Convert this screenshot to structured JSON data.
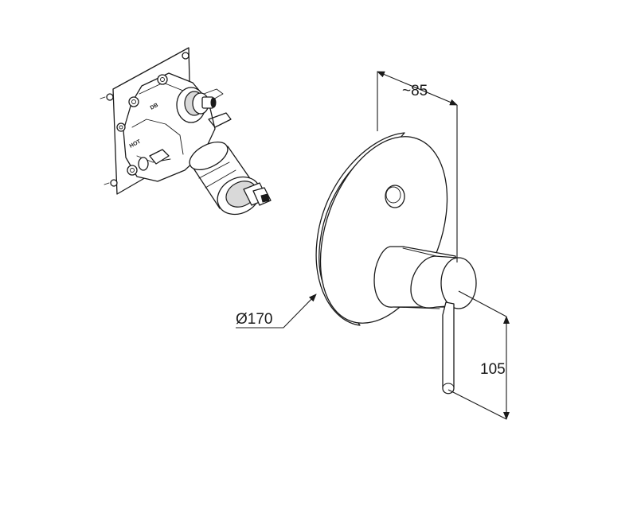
{
  "dimensions": {
    "depth_label": "~85",
    "diameter_label": "Ø170",
    "lever_length_label": "105"
  },
  "valve_markings": {
    "port_top": "DB",
    "port_side": "HOT"
  }
}
